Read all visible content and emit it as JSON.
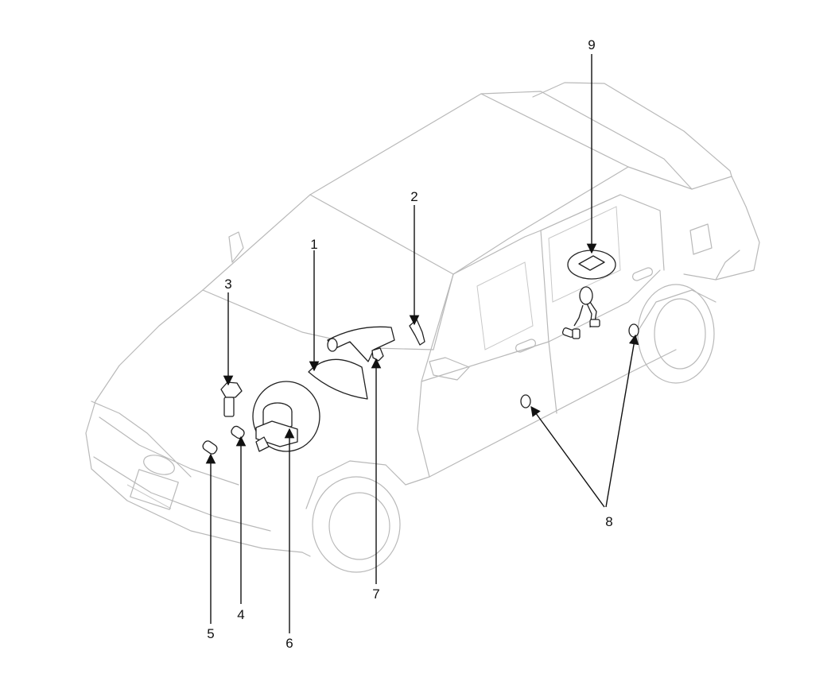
{
  "diagram": {
    "callouts": [
      {
        "id": "1",
        "label": "1"
      },
      {
        "id": "2",
        "label": "2"
      },
      {
        "id": "3",
        "label": "3"
      },
      {
        "id": "4",
        "label": "4"
      },
      {
        "id": "5",
        "label": "5"
      },
      {
        "id": "6",
        "label": "6"
      },
      {
        "id": "7",
        "label": "7"
      },
      {
        "id": "8",
        "label": "8"
      },
      {
        "id": "9",
        "label": "9"
      }
    ]
  },
  "colors": {
    "line_art": "#b9b9b9",
    "component": "#222222",
    "leader": "#111111",
    "background": "#ffffff"
  }
}
